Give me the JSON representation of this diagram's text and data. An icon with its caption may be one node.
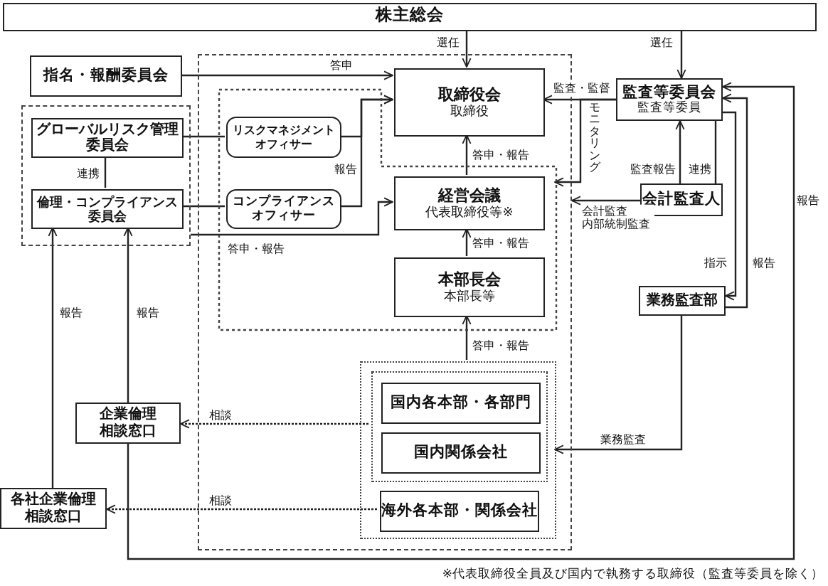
{
  "diagram": {
    "nodes": [
      {
        "text": [
          "株主総会"
        ]
      },
      {
        "text": [],
        "shape": "box"
      },
      {
        "text": [],
        "shape": "box",
        "in": 1
      },
      {
        "text": [
          "取締役会",
          "取締役"
        ],
        "in": 1
      },
      {
        "text": [
          "経営会議",
          "代表取締役等※"
        ],
        "in": 2
      },
      {
        "text": [
          "本部長会",
          "本部長等"
        ],
        "in": 2
      },
      {
        "text": [
          "リスクマネジメントオフィサー"
        ],
        "in": 2
      },
      {
        "text": [
          "コンプライアンスオフィサー"
        ],
        "in": 2
      },
      {
        "text": [],
        "shape": "box",
        "in": 1
      },
      {
        "text": [],
        "shape": "box",
        "in": 8
      },
      {
        "text": [
          "国内各本部・各部門"
        ],
        "in": 9
      },
      {
        "text": [
          "国内関係会社"
        ],
        "in": 9
      },
      {
        "text": [
          "海外各本部・関係会社"
        ],
        "in": 8
      },
      {
        "text": [
          "指名・報酬委員会"
        ]
      },
      {
        "text": [],
        "shape": "box"
      },
      {
        "text": [
          "グローバルリスク管理委員会"
        ],
        "in": 14
      },
      {
        "text": [
          "倫理・コンプライアンス委員会"
        ],
        "in": 14
      },
      {
        "text": [
          "企業倫理相談窓口"
        ]
      },
      {
        "text": [
          "各社企業倫理相談窓口"
        ]
      },
      {
        "text": [
          "監査等委員会",
          "監査等委員"
        ]
      },
      {
        "text": [
          "会計監査人"
        ]
      },
      {
        "text": [
          "業務監査部"
        ]
      }
    ],
    "edges": [
      {
        "from": 0,
        "to": 3,
        "arrow": "to",
        "label": "選任"
      },
      {
        "from": 0,
        "to": 19,
        "arrow": "to",
        "label": "選任"
      },
      {
        "from": 19,
        "to": 3,
        "arrow": "to",
        "label": "監査・監督"
      },
      {
        "from": 19,
        "to": 2,
        "arrow": "to",
        "label": "モニタリング"
      },
      {
        "from": 20,
        "to": 1,
        "arrow": "to",
        "label": "会計監査内部統制監査"
      },
      {
        "from": 20,
        "to": 19,
        "arrow": "to",
        "label": "監査報告"
      },
      {
        "from": 20,
        "to": 19,
        "arrow": "none",
        "label": "連携"
      },
      {
        "from": 19,
        "to": 21,
        "arrow": "to",
        "label": "指示"
      },
      {
        "from": 21,
        "to": 19,
        "arrow": "to",
        "label": "報告"
      },
      {
        "from": 17,
        "to": 19,
        "arrow": "to",
        "label": "報告"
      },
      {
        "from": 21,
        "to": 8,
        "arrow": "to",
        "label": "業務監査"
      },
      {
        "from": 4,
        "to": 3,
        "arrow": "to",
        "label": "答申・報告"
      },
      {
        "from": 5,
        "to": 4,
        "arrow": "to",
        "label": "答申・報告"
      },
      {
        "from": 8,
        "to": 5,
        "arrow": "to",
        "label": "答申・報告"
      },
      {
        "from": 13,
        "to": 3,
        "arrow": "to",
        "label": "答申"
      },
      {
        "from": 6,
        "to": 3,
        "arrow": "to"
      },
      {
        "from": 7,
        "to": 3,
        "arrow": "to",
        "label": "報告"
      },
      {
        "from": 15,
        "to": 6,
        "arrow": "none"
      },
      {
        "from": 16,
        "to": 7,
        "arrow": "none"
      },
      {
        "from": 14,
        "to": 4,
        "arrow": "to",
        "label": "答申・報告"
      },
      {
        "from": 15,
        "to": 16,
        "arrow": "none",
        "label": "連携"
      },
      {
        "from": 17,
        "to": 16,
        "arrow": "to",
        "label": "報告"
      },
      {
        "from": 18,
        "to": 16,
        "arrow": "to",
        "label": "報告"
      },
      {
        "from": 9,
        "to": 17,
        "arrow": "to",
        "label": "相談",
        "style": "dashed"
      },
      {
        "from": 12,
        "to": 18,
        "arrow": "to",
        "label": "相談",
        "style": "dashed"
      }
    ],
    "labels": [
      "※代表取締役全員及び国内で執務する取締役（監査等委員を除く）"
    ]
  }
}
